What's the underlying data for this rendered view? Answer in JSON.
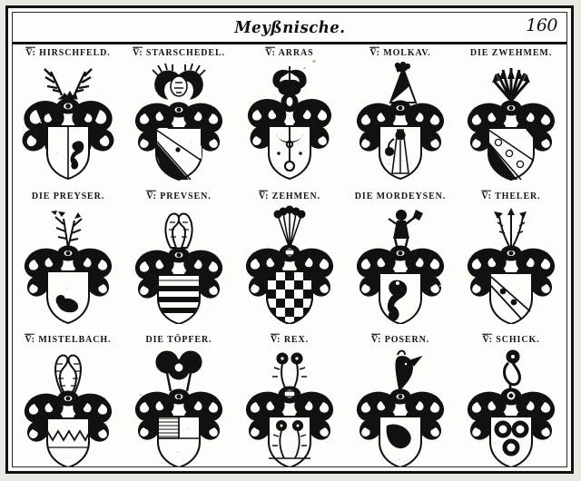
{
  "page": {
    "header_title": "Meyßnische.",
    "page_number": "160",
    "header_title_plain": "Meyssnische."
  },
  "rows": [
    {
      "arms": [
        {
          "label_prefix": "V̅:",
          "label_name": "HIRSCHFELD.",
          "full_label": "V̅: HIRSCHFELD.",
          "crest": "stag-antlers-crest",
          "shield_charge": "per-pale-plain",
          "shield_tincture": "#ffffff"
        },
        {
          "label_prefix": "V̅:",
          "label_name": "STARSCHEDEL.",
          "full_label": "V̅: STARSCHEDEL.",
          "crest": "plumed-wings-crest",
          "shield_charge": "bend-sinister",
          "shield_tincture": "#ffffff"
        },
        {
          "label_prefix": "V̅:",
          "label_name": "ARRAS",
          "full_label": "V̅: ARRAS",
          "crest": "tall-plume-crest",
          "shield_charge": "crescent-and-key",
          "shield_tincture": "#ffffff"
        },
        {
          "label_prefix": "V̅:",
          "label_name": "MOLKAV.",
          "full_label": "V̅: MOLKAV.",
          "crest": "pointed-hat-crest",
          "shield_charge": "standing-figure",
          "shield_tincture": "#ffffff"
        },
        {
          "label_prefix": "",
          "label_name": "DIE ZWEHMEM.",
          "full_label": "DIE ZWEHMEM.",
          "crest": "fan-plume-crest",
          "shield_charge": "bend-with-charges",
          "shield_tincture": "#ffffff"
        }
      ]
    },
    {
      "arms": [
        {
          "label_prefix": "",
          "label_name": "DIE PREYSER.",
          "full_label": "DIE PREYSER.",
          "crest": "sprig-crest",
          "shield_charge": "plain-with-beast",
          "shield_tincture": "#ffffff"
        },
        {
          "label_prefix": "V̅:",
          "label_name": "PREVSEN.",
          "full_label": "V̅: PREVSEN.",
          "crest": "horns-crest",
          "shield_charge": "barry-bend",
          "shield_tincture": "#ffffff"
        },
        {
          "label_prefix": "V̅:",
          "label_name": "ZEHMEN.",
          "full_label": "V̅: ZEHMEN.",
          "crest": "peacock-plume-crest",
          "shield_charge": "checky",
          "shield_tincture": "#ffffff"
        },
        {
          "label_prefix": "",
          "label_name": "DIE MORDEYSEN.",
          "full_label": "DIE MORDEYSEN.",
          "crest": "man-with-axe-crest",
          "shield_charge": "rampant-beast",
          "shield_tincture": "#ffffff"
        },
        {
          "label_prefix": "V̅:",
          "label_name": "THELER.",
          "full_label": "V̅: THELER.",
          "crest": "plume-crest",
          "shield_charge": "bend-with-roundels",
          "shield_tincture": "#ffffff"
        }
      ]
    },
    {
      "arms": [
        {
          "label_prefix": "V̅:",
          "label_name": "MISTELBACH.",
          "full_label": "V̅: MISTELBACH.",
          "crest": "buffalo-horns-crest",
          "shield_charge": "fess-dancetty",
          "shield_tincture": "#ffffff"
        },
        {
          "label_prefix": "",
          "label_name": "DIE TÖPFER.",
          "full_label": "DIE TÖPFER.",
          "crest": "double-plume-crest",
          "shield_charge": "quarterly-hatched",
          "shield_tincture": "#ffffff"
        },
        {
          "label_prefix": "V̅:",
          "label_name": "REX.",
          "full_label": "V̅: REX.",
          "crest": "twin-flowers-crest",
          "shield_charge": "two-roses-on-stems",
          "shield_tincture": "#ffffff"
        },
        {
          "label_prefix": "V̅:",
          "label_name": "POSERN.",
          "full_label": "V̅: POSERN.",
          "crest": "bird-head-crest",
          "shield_charge": "plain-dark",
          "shield_tincture": "#ffffff"
        },
        {
          "label_prefix": "V̅:",
          "label_name": "SCHICK.",
          "full_label": "V̅: SCHICK.",
          "crest": "rose-on-stem-crest",
          "shield_charge": "three-annulets",
          "shield_tincture": "#ffffff"
        }
      ]
    }
  ],
  "colors": {
    "ink": "#111111",
    "paper": "#fdfdfa",
    "page_background": "#e9e9e4",
    "frame": "#111111"
  }
}
